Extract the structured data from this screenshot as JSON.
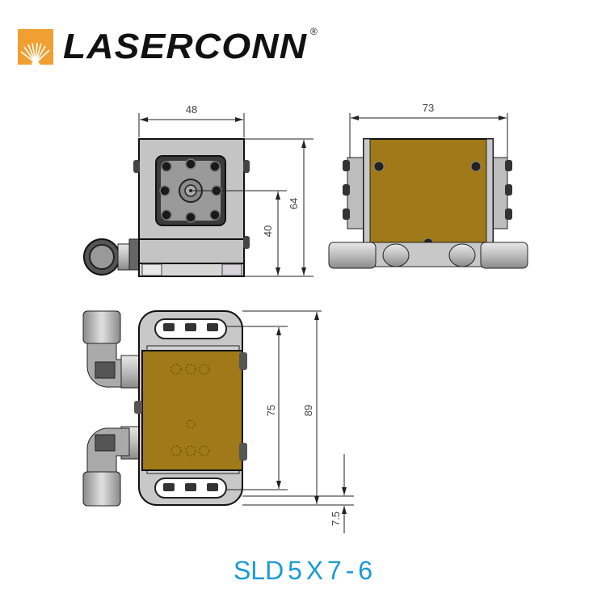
{
  "brand": {
    "name": "LASERCONN",
    "registered_mark": "®",
    "mark_color": "#f0a030"
  },
  "views": {
    "front": {
      "width_label": "48",
      "height_label": "64",
      "center_height_label": "40"
    },
    "side": {
      "width_label": "73"
    },
    "top": {
      "inner_length_label": "75",
      "outer_length_label": "89",
      "offset_label": "7.5"
    }
  },
  "colors": {
    "gold_plate": "#a07a18",
    "steel": "#c8c8c8",
    "model_text": "#1a9ad6"
  },
  "model": {
    "label": "SLD 5 X 7 - 6"
  }
}
